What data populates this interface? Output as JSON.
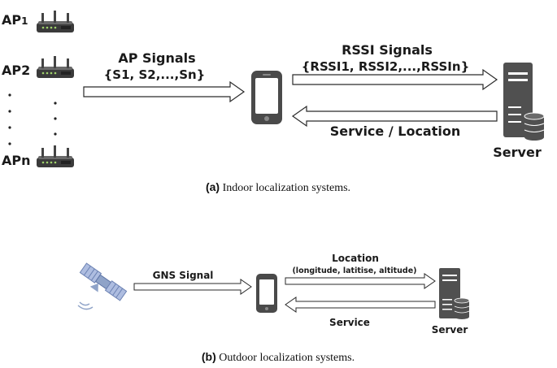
{
  "panel_a": {
    "aps": [
      "AP",
      "AP2",
      "APn"
    ],
    "ap1_label_main": "AP",
    "ap1_label_sub": "1",
    "ap2_label": "AP2",
    "apn_label": "APn",
    "ap_signals_title": "AP Signals",
    "ap_signals_set": "{S1, S2,...,Sn}",
    "rssi_title": "RSSI Signals",
    "rssi_set": "{RSSI1, RSSI2,...,RSSIn}",
    "service_location": "Service / Location",
    "server_label": "Server",
    "caption_prefix": "(a)",
    "caption_text": " Indoor localization systems."
  },
  "panel_b": {
    "gns_signal": "GNS Signal",
    "location_title": "Location",
    "location_detail": "(longitude, latitise, altitude)",
    "service": "Service",
    "server_label": "Server",
    "caption_prefix": "(b)",
    "caption_text": " Outdoor localization systems."
  },
  "colors": {
    "device": "#4a4a4a",
    "server": "#505050",
    "satellite": "#8fa3c8",
    "arrow_stroke": "#2a2a2a"
  }
}
